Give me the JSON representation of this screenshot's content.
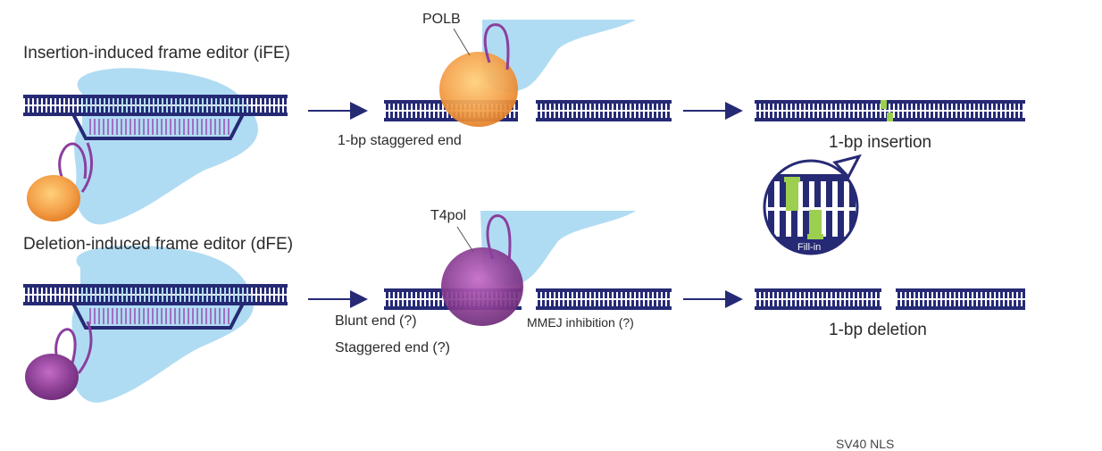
{
  "colors": {
    "dna_backbone": "#262a75",
    "dna_rung": "#ffffff",
    "cas_blue": "#a7d8f2",
    "guide_purple": "#8a3f9e",
    "polb_orange": "#f4a14a",
    "t4pol_purple": "#8b3f94",
    "insert_green": "#9ccf4f",
    "arrow": "#262a75"
  },
  "icons": {
    "arrow": "right-arrow-icon",
    "fill_in": "zoom-bubble-icon"
  },
  "ife": {
    "title": "Insertion-induced frame editor (iFE)",
    "polymerase": "POLB",
    "end_label": "1-bp staggered end",
    "result_label": "1-bp insertion",
    "fill_in_label": "Fill-in"
  },
  "dfe": {
    "title": "Deletion-induced frame editor (dFE)",
    "polymerase": "T4pol",
    "blunt_label": "Blunt end (?)",
    "staggered_label": "Staggered end (?)",
    "mmej_label": "MMEJ inhibition (?)",
    "result_label": "1-bp deletion"
  },
  "footer": {
    "cut_label": "SV40 NLS"
  }
}
